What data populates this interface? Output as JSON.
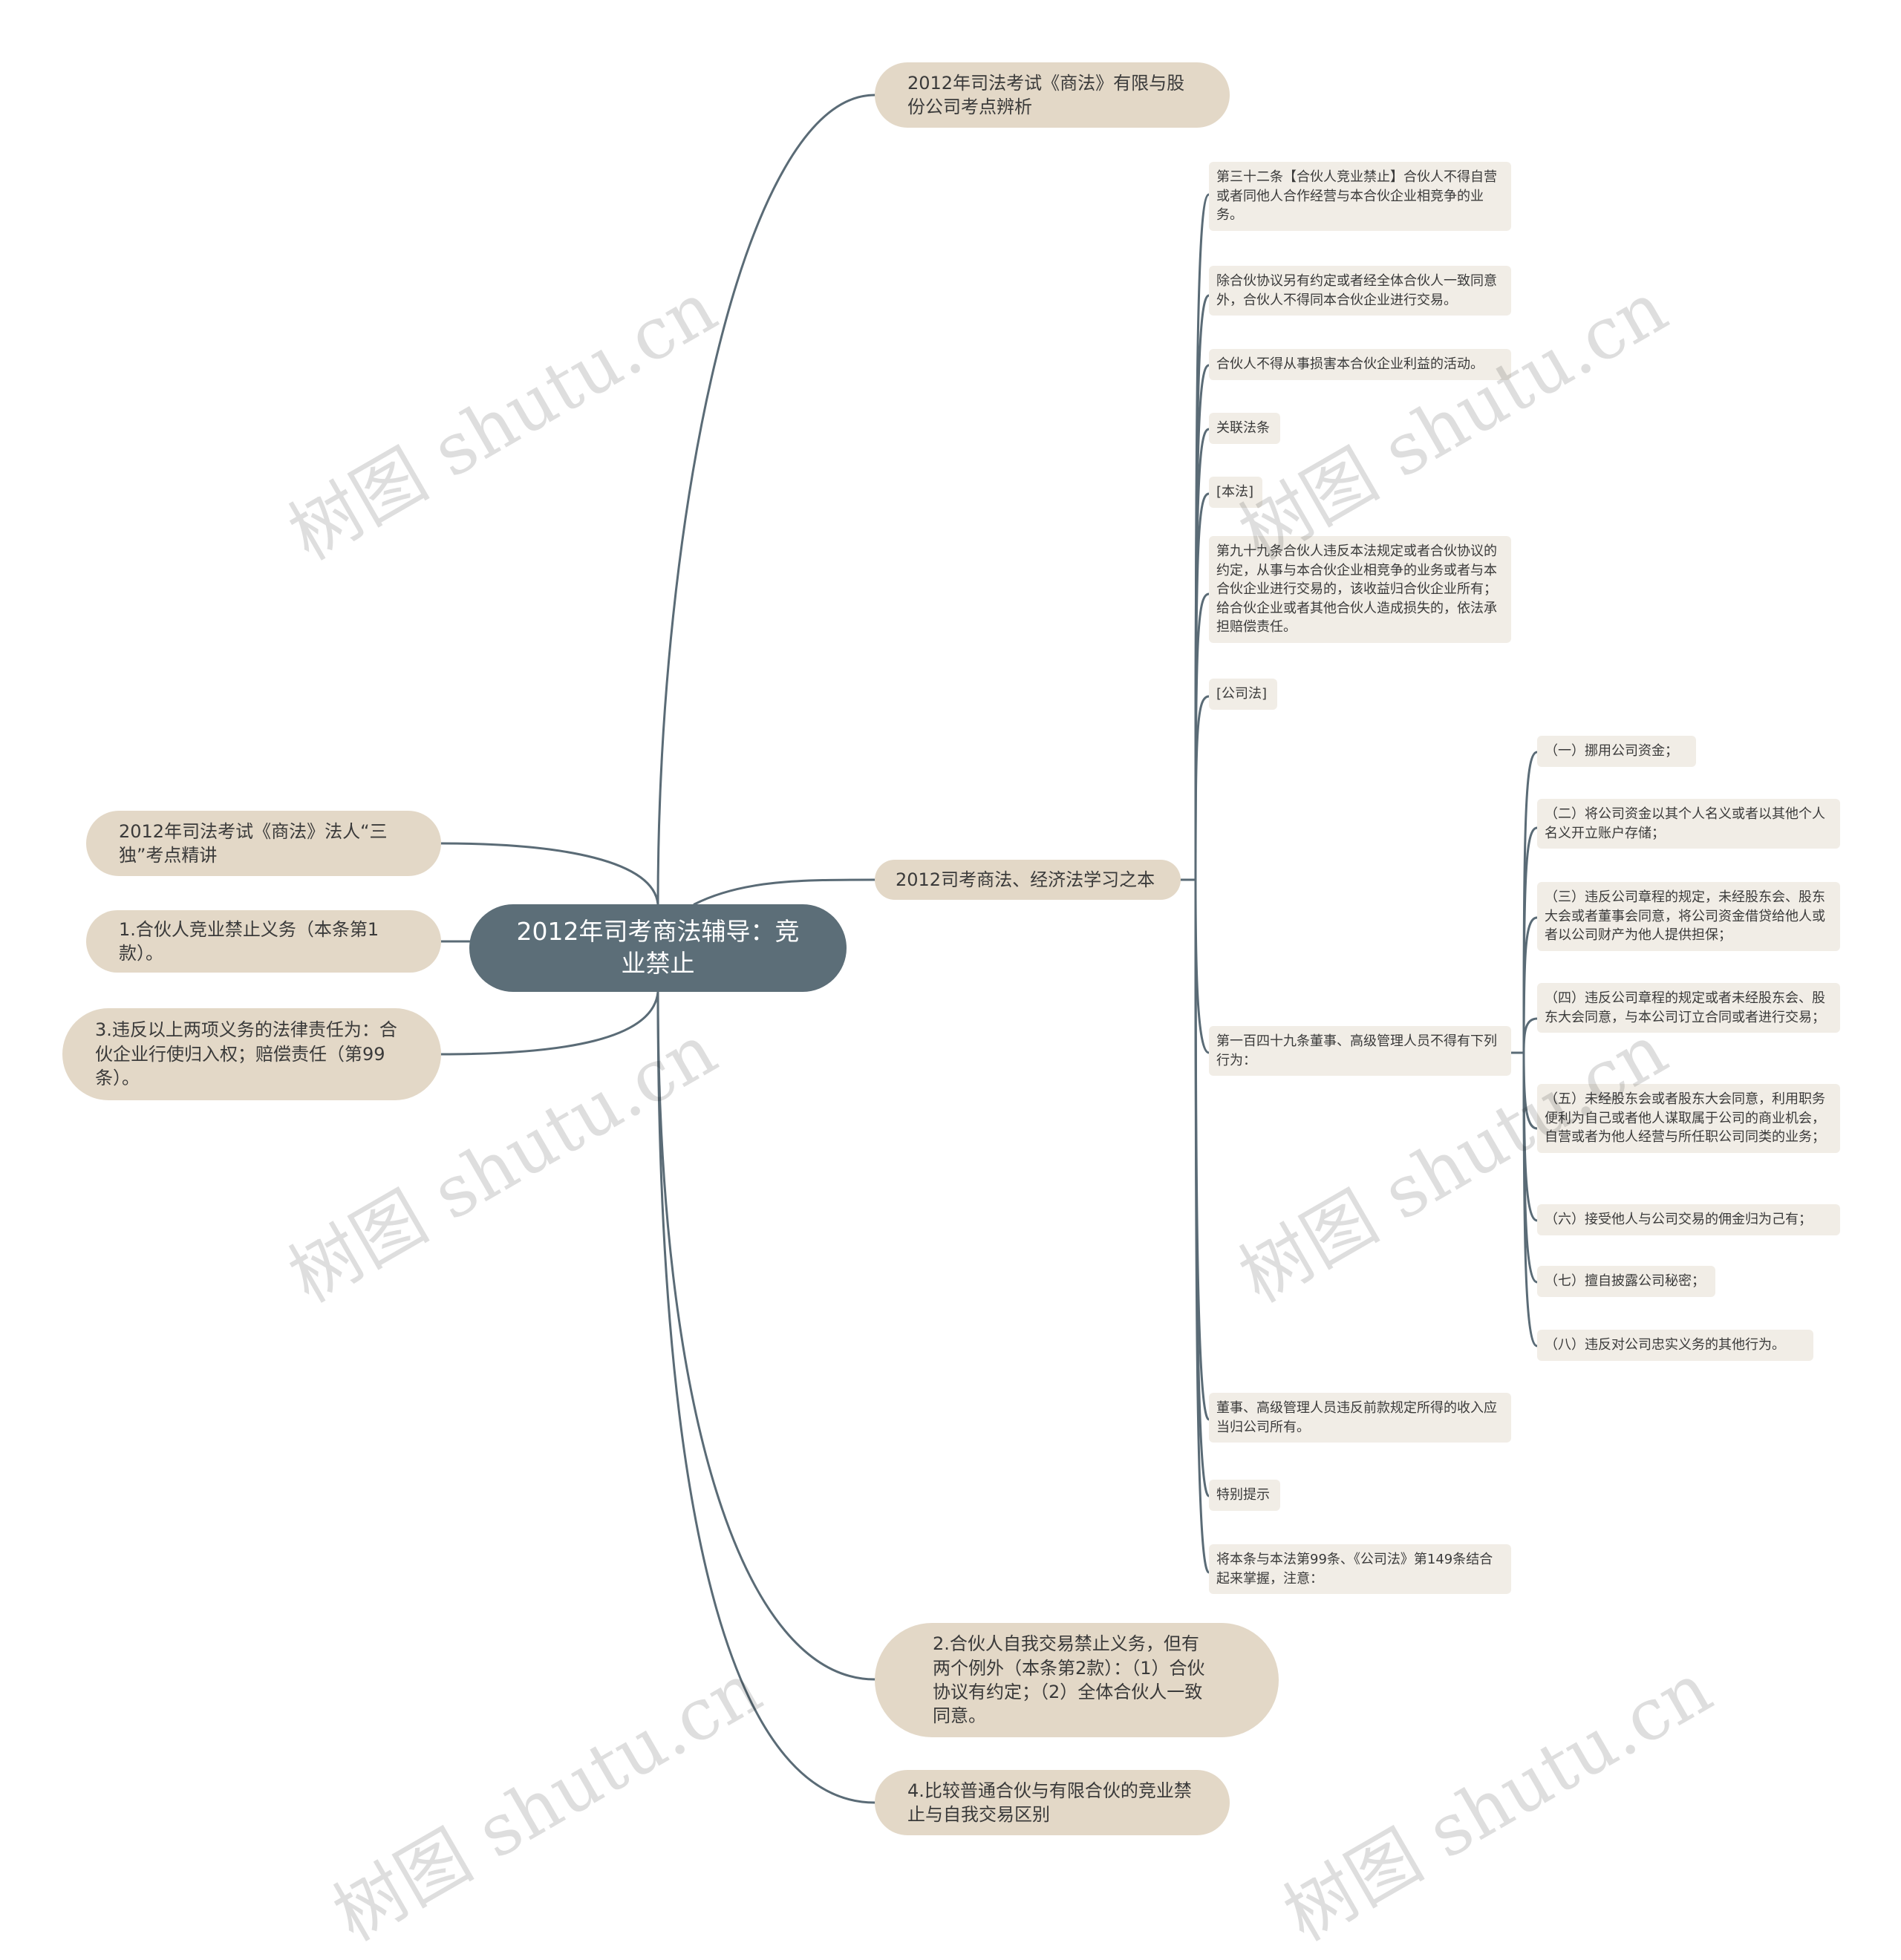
{
  "root": {
    "label": "2012年司考商法辅导：竞业禁止"
  },
  "left_nodes": [
    "2012年司法考试《商法》法人“三独”考点精讲",
    "1.合伙人竞业禁止义务（本条第1款）。",
    "3.违反以上两项义务的法律责任为：合伙企业行使归入权；赔偿责任（第99条）。"
  ],
  "right_nodes": {
    "top": "2012年司法考试《商法》有限与股份公司考点辨析",
    "study": "2012司考商法、经济法学习之本",
    "exception": "2.合伙人自我交易禁止义务，但有两个例外（本条第2款）：（1）合伙协议有约定；（2）全体合伙人一致同意。",
    "compare": "4.比较普通合伙与有限合伙的竞业禁止与自我交易区别"
  },
  "study_children": [
    "第三十二条【合伙人竞业禁止】合伙人不得自营或者同他人合作经营与本合伙企业相竞争的业务。",
    "除合伙协议另有约定或者经全体合伙人一致同意外，合伙人不得同本合伙企业进行交易。",
    "合伙人不得从事损害本合伙企业利益的活动。",
    "关联法条",
    "[本法]",
    "第九十九条合伙人违反本法规定或者合伙协议的约定，从事与本合伙企业相竞争的业务或者与本合伙企业进行交易的，该收益归合伙企业所有；给合伙企业或者其他合伙人造成损失的，依法承担赔偿责任。",
    "[公司法]",
    "第一百四十九条董事、高级管理人员不得有下列行为：",
    "董事、高级管理人员违反前款规定所得的收入应当归公司所有。",
    "特别提示",
    "将本条与本法第99条、《公司法》第149条结合起来掌握，注意："
  ],
  "article149_items": [
    "（一）挪用公司资金；",
    "（二）将公司资金以其个人名义或者以其他个人名义开立账户存储；",
    "（三）违反公司章程的规定，未经股东会、股东大会或者董事会同意，将公司资金借贷给他人或者以公司财产为他人提供担保；",
    "（四）违反公司章程的规定或者未经股东会、股东大会同意，与本公司订立合同或者进行交易；",
    "（五）未经股东会或者股东大会同意，利用职务便利为自己或者他人谋取属于公司的商业机会，自营或者为他人经营与所任职公司同类的业务；",
    "（六）接受他人与公司交易的佣金归为己有；",
    "（七）擅自披露公司秘密；",
    "（八）违反对公司忠实义务的其他行为。"
  ],
  "watermark": "树图 shutu.cn",
  "colors": {
    "root": "#5c6e78",
    "main": "#e3d8c7",
    "leaf": "#f1ede6",
    "edge": "#5a6b76"
  }
}
